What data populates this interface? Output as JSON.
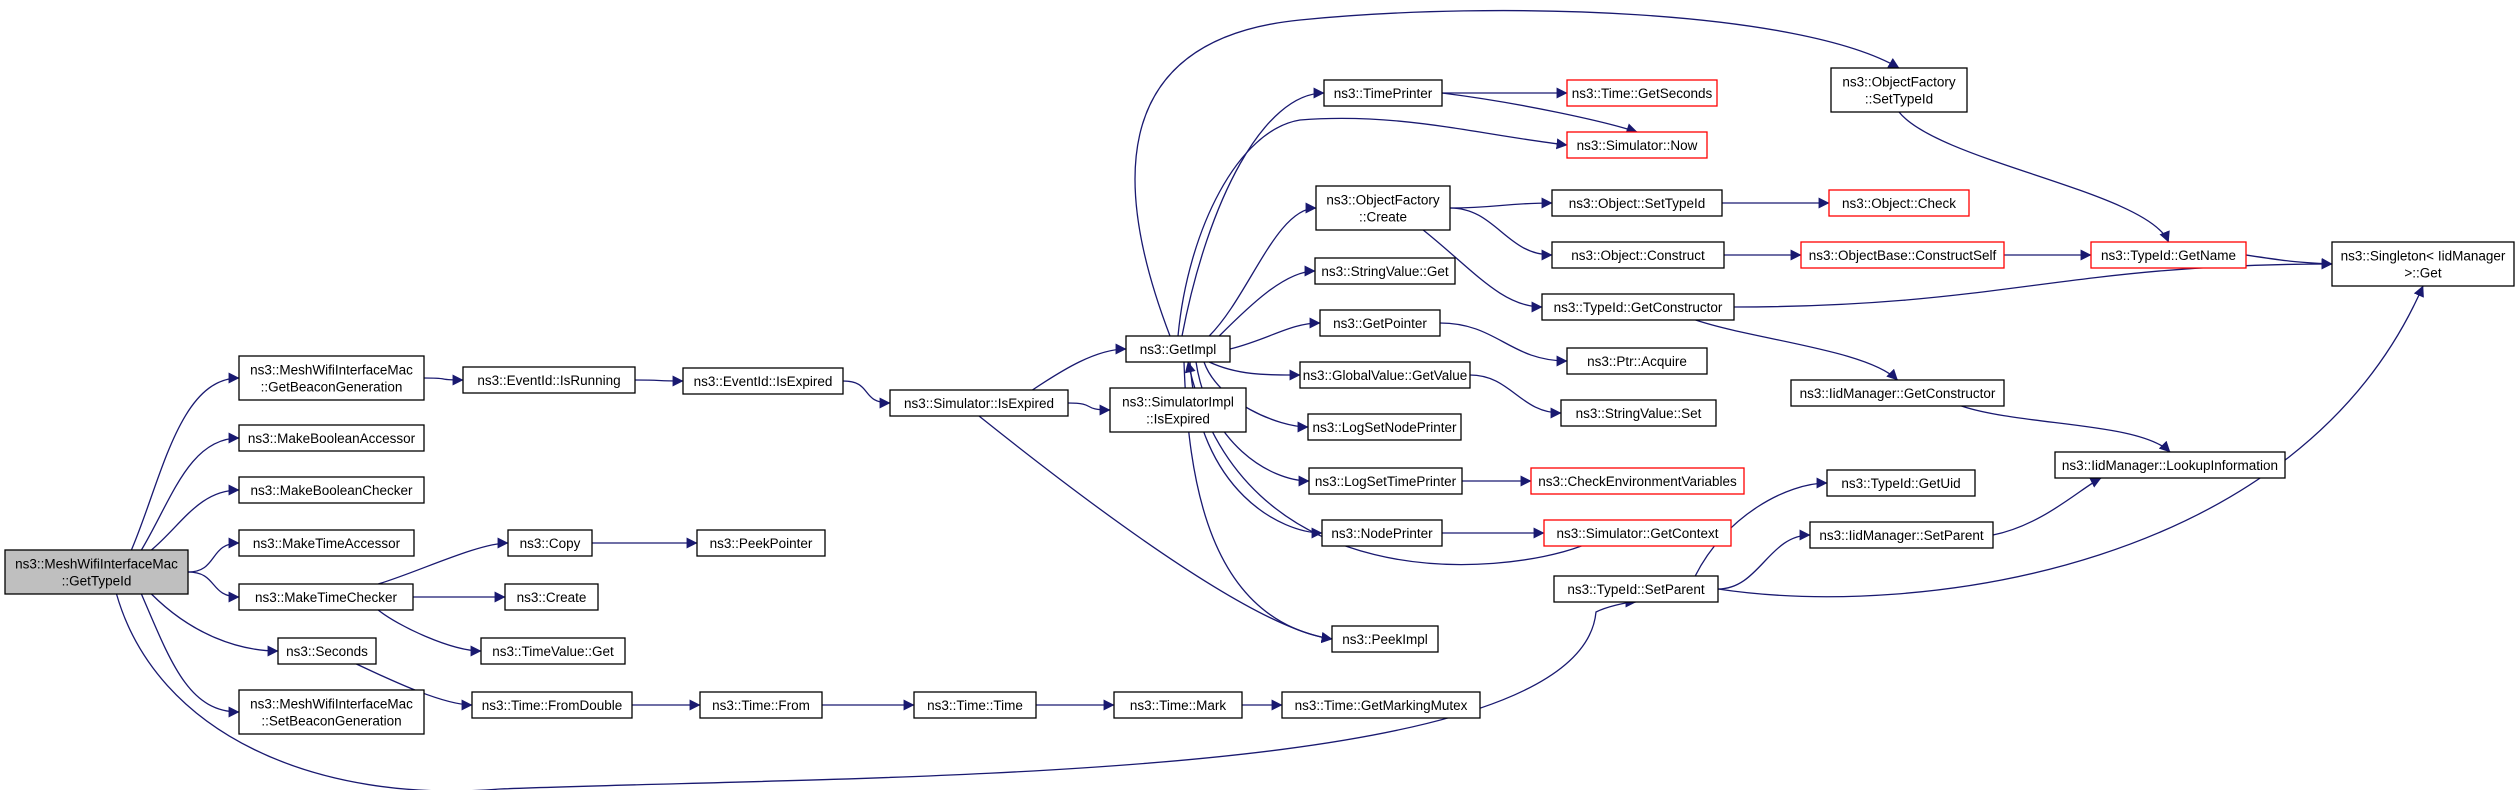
{
  "colors": {
    "edge": "#191970",
    "node_border": "#000000",
    "node_fill": "#ffffff",
    "root_fill": "#bfbfbf",
    "undocumented_border": "#ff0000"
  },
  "nodes": [
    {
      "id": "root",
      "lines": [
        "ns3::MeshWifiInterfaceMac",
        "::GetTypeId"
      ],
      "style": "root"
    },
    {
      "id": "getBeaconGeneration",
      "lines": [
        "ns3::MeshWifiInterfaceMac",
        "::GetBeaconGeneration"
      ],
      "style": "normal"
    },
    {
      "id": "makeBooleanAccessor",
      "lines": [
        "ns3::MakeBooleanAccessor"
      ],
      "style": "normal"
    },
    {
      "id": "makeBooleanChecker",
      "lines": [
        "ns3::MakeBooleanChecker"
      ],
      "style": "normal"
    },
    {
      "id": "makeTimeAccessor",
      "lines": [
        "ns3::MakeTimeAccessor"
      ],
      "style": "normal"
    },
    {
      "id": "makeTimeChecker",
      "lines": [
        "ns3::MakeTimeChecker"
      ],
      "style": "normal"
    },
    {
      "id": "seconds",
      "lines": [
        "ns3::Seconds"
      ],
      "style": "normal"
    },
    {
      "id": "setBeaconGeneration",
      "lines": [
        "ns3::MeshWifiInterfaceMac",
        "::SetBeaconGeneration"
      ],
      "style": "normal"
    },
    {
      "id": "eventIsRunning",
      "lines": [
        "ns3::EventId::IsRunning"
      ],
      "style": "normal"
    },
    {
      "id": "eventIsExpired",
      "lines": [
        "ns3::EventId::IsExpired"
      ],
      "style": "normal"
    },
    {
      "id": "simIsExpired",
      "lines": [
        "ns3::Simulator::IsExpired"
      ],
      "style": "normal"
    },
    {
      "id": "getImpl",
      "lines": [
        "ns3::GetImpl"
      ],
      "style": "normal"
    },
    {
      "id": "simImplIsExpired",
      "lines": [
        "ns3::SimulatorImpl",
        "::IsExpired"
      ],
      "style": "normal"
    },
    {
      "id": "peekImpl",
      "lines": [
        "ns3::PeekImpl"
      ],
      "style": "normal"
    },
    {
      "id": "copy",
      "lines": [
        "ns3::Copy"
      ],
      "style": "normal"
    },
    {
      "id": "peekPointer",
      "lines": [
        "ns3::PeekPointer"
      ],
      "style": "normal"
    },
    {
      "id": "create",
      "lines": [
        "ns3::Create"
      ],
      "style": "normal"
    },
    {
      "id": "timeValueGet",
      "lines": [
        "ns3::TimeValue::Get"
      ],
      "style": "normal"
    },
    {
      "id": "fromDouble",
      "lines": [
        "ns3::Time::FromDouble"
      ],
      "style": "normal"
    },
    {
      "id": "timeFrom",
      "lines": [
        "ns3::Time::From"
      ],
      "style": "normal"
    },
    {
      "id": "timeTime",
      "lines": [
        "ns3::Time::Time"
      ],
      "style": "normal"
    },
    {
      "id": "timeMark",
      "lines": [
        "ns3::Time::Mark"
      ],
      "style": "normal"
    },
    {
      "id": "getMarkingMutex",
      "lines": [
        "ns3::Time::GetMarkingMutex"
      ],
      "style": "normal"
    },
    {
      "id": "timePrinter",
      "lines": [
        "ns3::TimePrinter"
      ],
      "style": "normal"
    },
    {
      "id": "getSeconds",
      "lines": [
        "ns3::Time::GetSeconds"
      ],
      "style": "undocumented"
    },
    {
      "id": "simNow",
      "lines": [
        "ns3::Simulator::Now"
      ],
      "style": "undocumented"
    },
    {
      "id": "objFactoryCreate",
      "lines": [
        "ns3::ObjectFactory",
        "::Create"
      ],
      "style": "normal"
    },
    {
      "id": "objSetTypeId",
      "lines": [
        "ns3::Object::SetTypeId"
      ],
      "style": "normal"
    },
    {
      "id": "objCheck",
      "lines": [
        "ns3::Object::Check"
      ],
      "style": "undocumented"
    },
    {
      "id": "objConstruct",
      "lines": [
        "ns3::Object::Construct"
      ],
      "style": "normal"
    },
    {
      "id": "constructSelf",
      "lines": [
        "ns3::ObjectBase::ConstructSelf"
      ],
      "style": "undocumented"
    },
    {
      "id": "typeIdGetName",
      "lines": [
        "ns3::TypeId::GetName"
      ],
      "style": "undocumented"
    },
    {
      "id": "objFactorySetTypeId",
      "lines": [
        "ns3::ObjectFactory",
        "::SetTypeId"
      ],
      "style": "normal"
    },
    {
      "id": "stringValueGet",
      "lines": [
        "ns3::StringValue::Get"
      ],
      "style": "normal"
    },
    {
      "id": "getPointer",
      "lines": [
        "ns3::GetPointer"
      ],
      "style": "normal"
    },
    {
      "id": "ptrAcquire",
      "lines": [
        "ns3::Ptr::Acquire"
      ],
      "style": "normal"
    },
    {
      "id": "globalValueGetValue",
      "lines": [
        "ns3::GlobalValue::GetValue"
      ],
      "style": "normal"
    },
    {
      "id": "stringValueSet",
      "lines": [
        "ns3::StringValue::Set"
      ],
      "style": "normal"
    },
    {
      "id": "logSetNodePrinter",
      "lines": [
        "ns3::LogSetNodePrinter"
      ],
      "style": "normal"
    },
    {
      "id": "logSetTimePrinter",
      "lines": [
        "ns3::LogSetTimePrinter"
      ],
      "style": "normal"
    },
    {
      "id": "checkEnvVars",
      "lines": [
        "ns3::CheckEnvironmentVariables"
      ],
      "style": "undocumented"
    },
    {
      "id": "nodePrinter",
      "lines": [
        "ns3::NodePrinter"
      ],
      "style": "normal"
    },
    {
      "id": "simGetContext",
      "lines": [
        "ns3::Simulator::GetContext"
      ],
      "style": "undocumented"
    },
    {
      "id": "typeIdGetConstructor",
      "lines": [
        "ns3::TypeId::GetConstructor"
      ],
      "style": "normal"
    },
    {
      "id": "iidGetConstructor",
      "lines": [
        "ns3::IidManager::GetConstructor"
      ],
      "style": "normal"
    },
    {
      "id": "iidLookupInformation",
      "lines": [
        "ns3::IidManager::LookupInformation"
      ],
      "style": "normal"
    },
    {
      "id": "singletonGet",
      "lines": [
        "ns3::Singleton< IidManager",
        ">::Get"
      ],
      "style": "normal"
    },
    {
      "id": "typeIdGetUid",
      "lines": [
        "ns3::TypeId::GetUid"
      ],
      "style": "normal"
    },
    {
      "id": "iidSetParent",
      "lines": [
        "ns3::IidManager::SetParent"
      ],
      "style": "normal"
    },
    {
      "id": "typeIdSetParent",
      "lines": [
        "ns3::TypeId::SetParent"
      ],
      "style": "normal"
    }
  ],
  "edges": [
    {
      "from": "root",
      "to": "getBeaconGeneration"
    },
    {
      "from": "root",
      "to": "makeBooleanAccessor"
    },
    {
      "from": "root",
      "to": "makeBooleanChecker"
    },
    {
      "from": "root",
      "to": "makeTimeAccessor"
    },
    {
      "from": "root",
      "to": "makeTimeChecker"
    },
    {
      "from": "root",
      "to": "seconds"
    },
    {
      "from": "root",
      "to": "setBeaconGeneration"
    },
    {
      "from": "root",
      "to": "typeIdSetParent"
    },
    {
      "from": "getBeaconGeneration",
      "to": "eventIsRunning"
    },
    {
      "from": "eventIsRunning",
      "to": "eventIsExpired"
    },
    {
      "from": "eventIsExpired",
      "to": "simIsExpired"
    },
    {
      "from": "simIsExpired",
      "to": "getImpl"
    },
    {
      "from": "simIsExpired",
      "to": "simImplIsExpired"
    },
    {
      "from": "simIsExpired",
      "to": "peekImpl"
    },
    {
      "from": "getImpl",
      "to": "timePrinter"
    },
    {
      "from": "getImpl",
      "to": "simNow"
    },
    {
      "from": "getImpl",
      "to": "objFactoryCreate"
    },
    {
      "from": "getImpl",
      "to": "objFactorySetTypeId"
    },
    {
      "from": "getImpl",
      "to": "stringValueGet"
    },
    {
      "from": "getImpl",
      "to": "getPointer"
    },
    {
      "from": "getImpl",
      "to": "globalValueGetValue"
    },
    {
      "from": "getImpl",
      "to": "logSetNodePrinter"
    },
    {
      "from": "getImpl",
      "to": "logSetTimePrinter"
    },
    {
      "from": "getImpl",
      "to": "nodePrinter"
    },
    {
      "from": "getImpl",
      "to": "peekImpl"
    },
    {
      "from": "timePrinter",
      "to": "getSeconds"
    },
    {
      "from": "timePrinter",
      "to": "simNow"
    },
    {
      "from": "objFactoryCreate",
      "to": "objSetTypeId"
    },
    {
      "from": "objFactoryCreate",
      "to": "objConstruct"
    },
    {
      "from": "objFactoryCreate",
      "to": "typeIdGetConstructor"
    },
    {
      "from": "objSetTypeId",
      "to": "objCheck"
    },
    {
      "from": "objConstruct",
      "to": "constructSelf"
    },
    {
      "from": "constructSelf",
      "to": "typeIdGetName"
    },
    {
      "from": "objFactorySetTypeId",
      "to": "typeIdGetName"
    },
    {
      "from": "typeIdGetName",
      "to": "singletonGet"
    },
    {
      "from": "typeIdGetConstructor",
      "to": "singletonGet"
    },
    {
      "from": "typeIdGetConstructor",
      "to": "iidGetConstructor"
    },
    {
      "from": "iidGetConstructor",
      "to": "iidLookupInformation"
    },
    {
      "from": "getPointer",
      "to": "ptrAcquire"
    },
    {
      "from": "globalValueGetValue",
      "to": "stringValueSet"
    },
    {
      "from": "logSetTimePrinter",
      "to": "checkEnvVars"
    },
    {
      "from": "nodePrinter",
      "to": "simGetContext"
    },
    {
      "from": "simGetContext",
      "to": "getImpl"
    },
    {
      "from": "makeTimeChecker",
      "to": "copy"
    },
    {
      "from": "makeTimeChecker",
      "to": "create"
    },
    {
      "from": "makeTimeChecker",
      "to": "timeValueGet"
    },
    {
      "from": "copy",
      "to": "peekPointer"
    },
    {
      "from": "seconds",
      "to": "fromDouble"
    },
    {
      "from": "fromDouble",
      "to": "timeFrom"
    },
    {
      "from": "timeFrom",
      "to": "timeTime"
    },
    {
      "from": "timeTime",
      "to": "timeMark"
    },
    {
      "from": "timeMark",
      "to": "getMarkingMutex"
    },
    {
      "from": "typeIdSetParent",
      "to": "typeIdGetUid"
    },
    {
      "from": "typeIdSetParent",
      "to": "iidSetParent"
    },
    {
      "from": "typeIdSetParent",
      "to": "singletonGet"
    },
    {
      "from": "iidSetParent",
      "to": "iidLookupInformation"
    }
  ]
}
